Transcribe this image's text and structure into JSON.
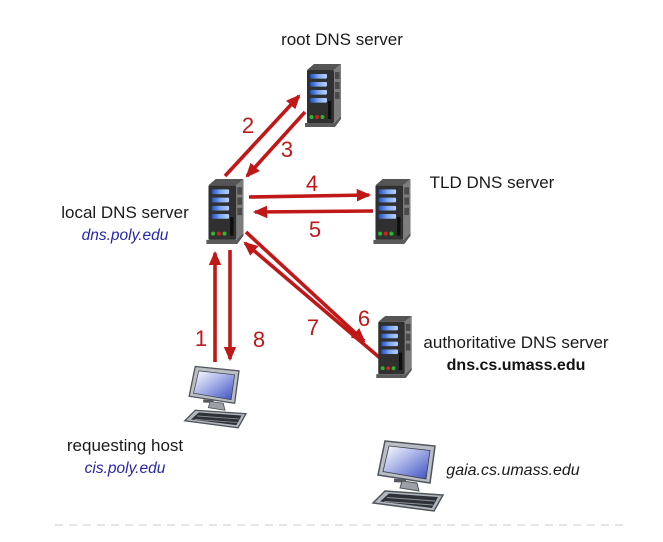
{
  "diagram": {
    "type": "dns-iterative-resolution",
    "background": "#ffffff",
    "colors": {
      "arrow_red": "#c01818",
      "hostname_blue": "#2626a6",
      "text_black": "#1a1a1a"
    },
    "nodes": {
      "root": {
        "label": "root DNS server"
      },
      "tld": {
        "label": "TLD DNS server"
      },
      "local": {
        "label": "local DNS server",
        "hostname": "dns.poly.edu"
      },
      "authoritative": {
        "label": "authoritative DNS server",
        "hostname": "dns.cs.umass.edu"
      },
      "requesting_host": {
        "label": "requesting host",
        "hostname": "cis.poly.edu"
      },
      "gaia_host": {
        "hostname": "gaia.cs.umass.edu"
      }
    },
    "steps": [
      {
        "label": "1",
        "from": "requesting host cis.poly.edu",
        "to": "local DNS server dns.poly.edu"
      },
      {
        "label": "2",
        "from": "local DNS server",
        "to": "root DNS server"
      },
      {
        "label": "3",
        "from": "root DNS server",
        "to": "local DNS server"
      },
      {
        "label": "4",
        "from": "local DNS server",
        "to": "TLD DNS server"
      },
      {
        "label": "5",
        "from": "TLD DNS server",
        "to": "local DNS server"
      },
      {
        "label": "6",
        "from": "local DNS server",
        "to": "authoritative DNS server dns.cs.umass.edu"
      },
      {
        "label": "7",
        "from": "authoritative DNS server",
        "to": "local DNS server"
      },
      {
        "label": "8",
        "from": "local DNS server",
        "to": "requesting host"
      }
    ]
  }
}
